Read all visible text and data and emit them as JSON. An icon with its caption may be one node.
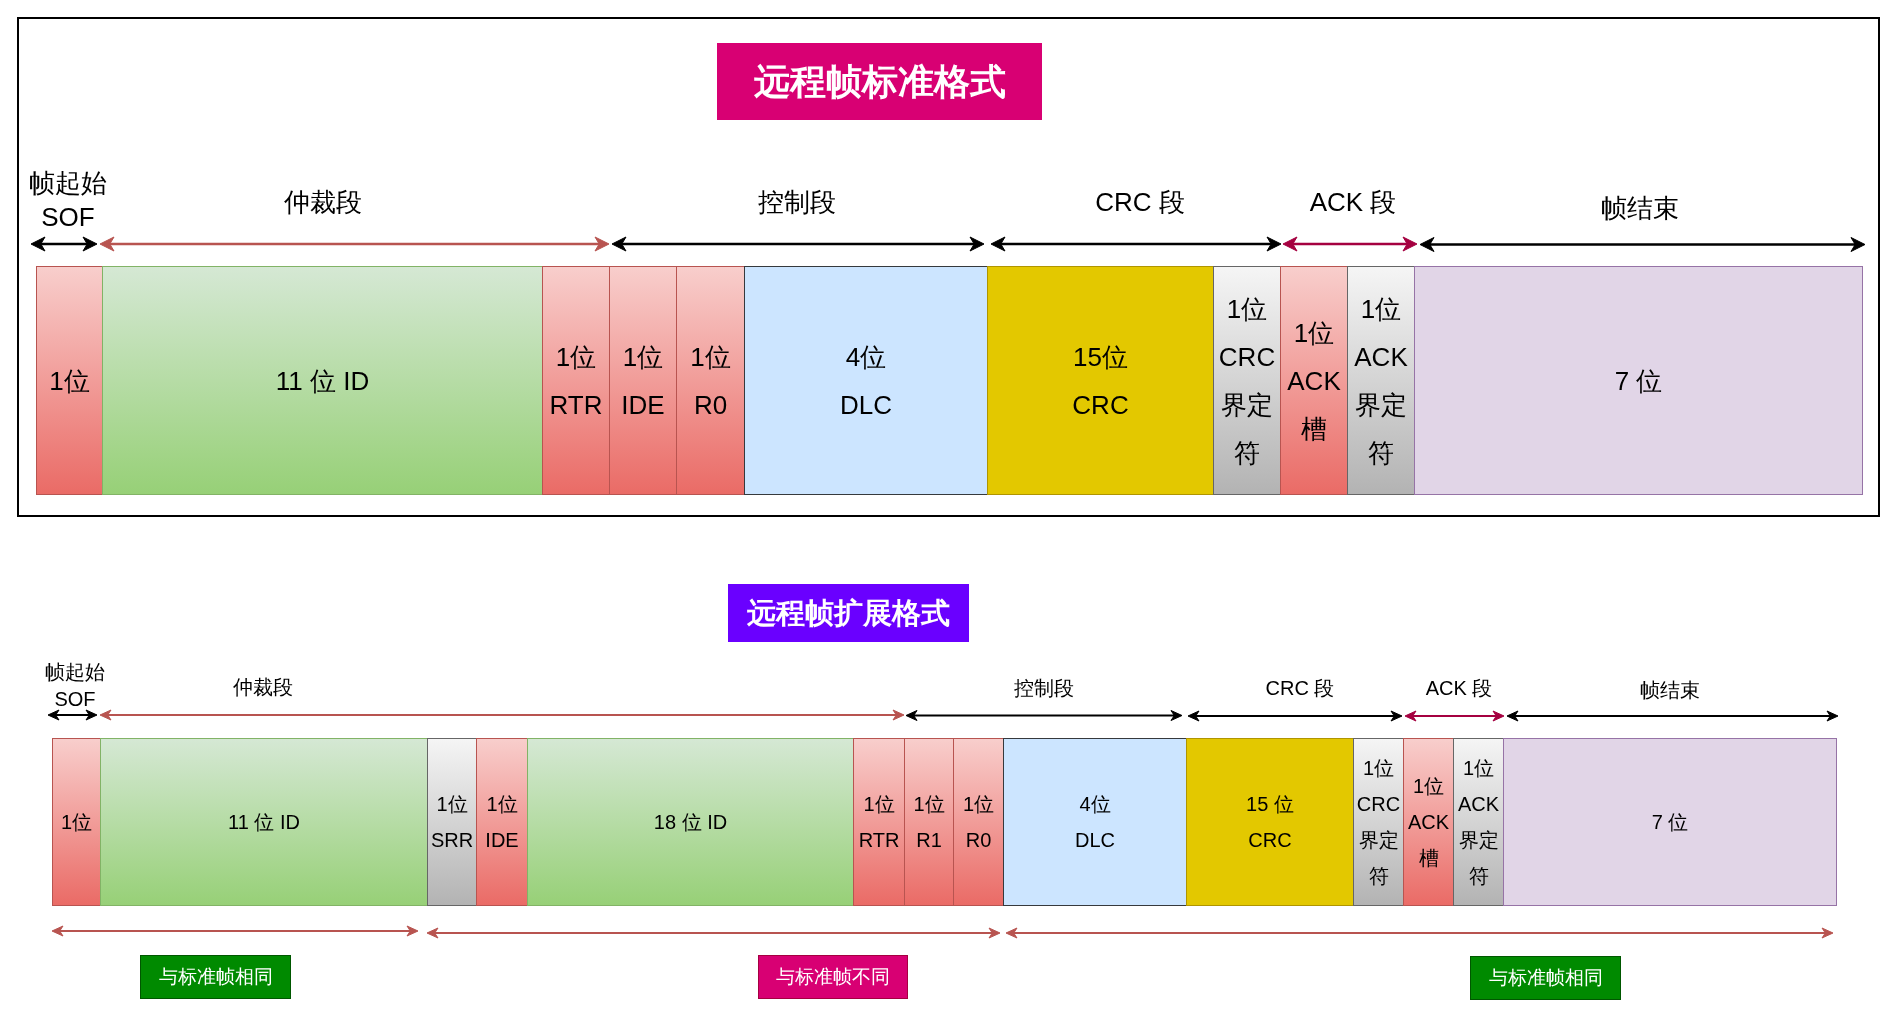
{
  "diagram": {
    "nodes": [
      {
        "text": [],
        "shape": "box"
      },
      {
        "text": [
          "远程帧标准格式"
        ],
        "in": 0
      },
      {
        "text": [
          "1位"
        ],
        "in": 0
      },
      {
        "text": [
          "11 位 ID"
        ],
        "in": 0
      },
      {
        "text": [
          "1位",
          "RTR"
        ],
        "in": 0
      },
      {
        "text": [
          "1位",
          "IDE"
        ],
        "in": 0
      },
      {
        "text": [
          "1位",
          "R0"
        ],
        "in": 0
      },
      {
        "text": [
          "4位",
          "DLC"
        ],
        "in": 0
      },
      {
        "text": [
          "15位",
          "CRC"
        ],
        "in": 0
      },
      {
        "text": [
          "1位",
          "CRC 界定符"
        ],
        "in": 0
      },
      {
        "text": [
          "1位",
          "ACK 槽"
        ],
        "in": 0
      },
      {
        "text": [
          "1位",
          "ACK 界定符"
        ],
        "in": 0
      },
      {
        "text": [
          "7 位"
        ],
        "in": 0
      },
      {
        "text": [
          "远程帧扩展格式"
        ]
      },
      {
        "text": [
          "1位"
        ]
      },
      {
        "text": [
          "11 位 ID"
        ]
      },
      {
        "text": [
          "1位",
          "SRR"
        ]
      },
      {
        "text": [
          "1位",
          "IDE"
        ]
      },
      {
        "text": [
          "18 位 ID"
        ]
      },
      {
        "text": [
          "1位",
          "RTR"
        ]
      },
      {
        "text": [
          "1位",
          "R1"
        ]
      },
      {
        "text": [
          "1位",
          "R0"
        ]
      },
      {
        "text": [
          "4位",
          "DLC"
        ]
      },
      {
        "text": [
          "15 位",
          "CRC"
        ]
      },
      {
        "text": [
          "1位",
          "CRC 界定符"
        ]
      },
      {
        "text": [
          "1位",
          "ACK 槽"
        ]
      },
      {
        "text": [
          "1位",
          "ACK 界定符"
        ]
      },
      {
        "text": [
          "7 位"
        ]
      },
      {
        "text": [
          "与标准帧相同"
        ]
      },
      {
        "text": [
          "与标准帧不同"
        ]
      },
      {
        "text": [
          "与标准帧相同"
        ]
      }
    ],
    "labels": [
      "帧起始 SOF",
      "仲裁段",
      "控制段",
      "CRC 段",
      "ACK 段",
      "帧结束",
      "帧起始 SOF",
      "仲裁段",
      "控制段",
      "CRC 段",
      "ACK 段",
      "帧结束"
    ]
  }
}
